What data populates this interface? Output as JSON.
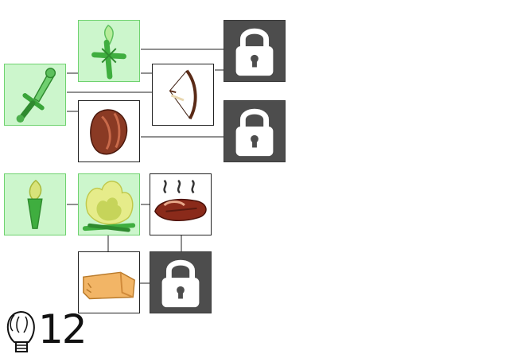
{
  "tree": {
    "nodes": [
      {
        "id": "stone-sword",
        "state": "unlocked",
        "icon": "green-sword-icon"
      },
      {
        "id": "crafted-cross",
        "state": "unlocked",
        "icon": "green-cross-icon"
      },
      {
        "id": "bow",
        "state": "available",
        "icon": "bow-icon"
      },
      {
        "id": "nut",
        "state": "available",
        "icon": "brown-nut-icon"
      },
      {
        "id": "lock-top",
        "state": "locked",
        "icon": "lock-icon"
      },
      {
        "id": "lock-mid",
        "state": "locked",
        "icon": "lock-icon"
      },
      {
        "id": "torch",
        "state": "unlocked",
        "icon": "torch-icon"
      },
      {
        "id": "campfire",
        "state": "unlocked",
        "icon": "campfire-icon"
      },
      {
        "id": "cooked-steak",
        "state": "available",
        "icon": "steak-icon"
      },
      {
        "id": "bread-loaf",
        "state": "available",
        "icon": "bread-icon"
      },
      {
        "id": "lock-bottom",
        "state": "locked",
        "icon": "lock-icon"
      }
    ]
  },
  "colors": {
    "unlocked_bg": "#ccf6cc",
    "unlocked_border": "#6fd26f",
    "locked_bg": "#4d4d4d",
    "line": "#222222"
  },
  "hud": {
    "idea_points": "12",
    "icon": "lightbulb-icon"
  }
}
